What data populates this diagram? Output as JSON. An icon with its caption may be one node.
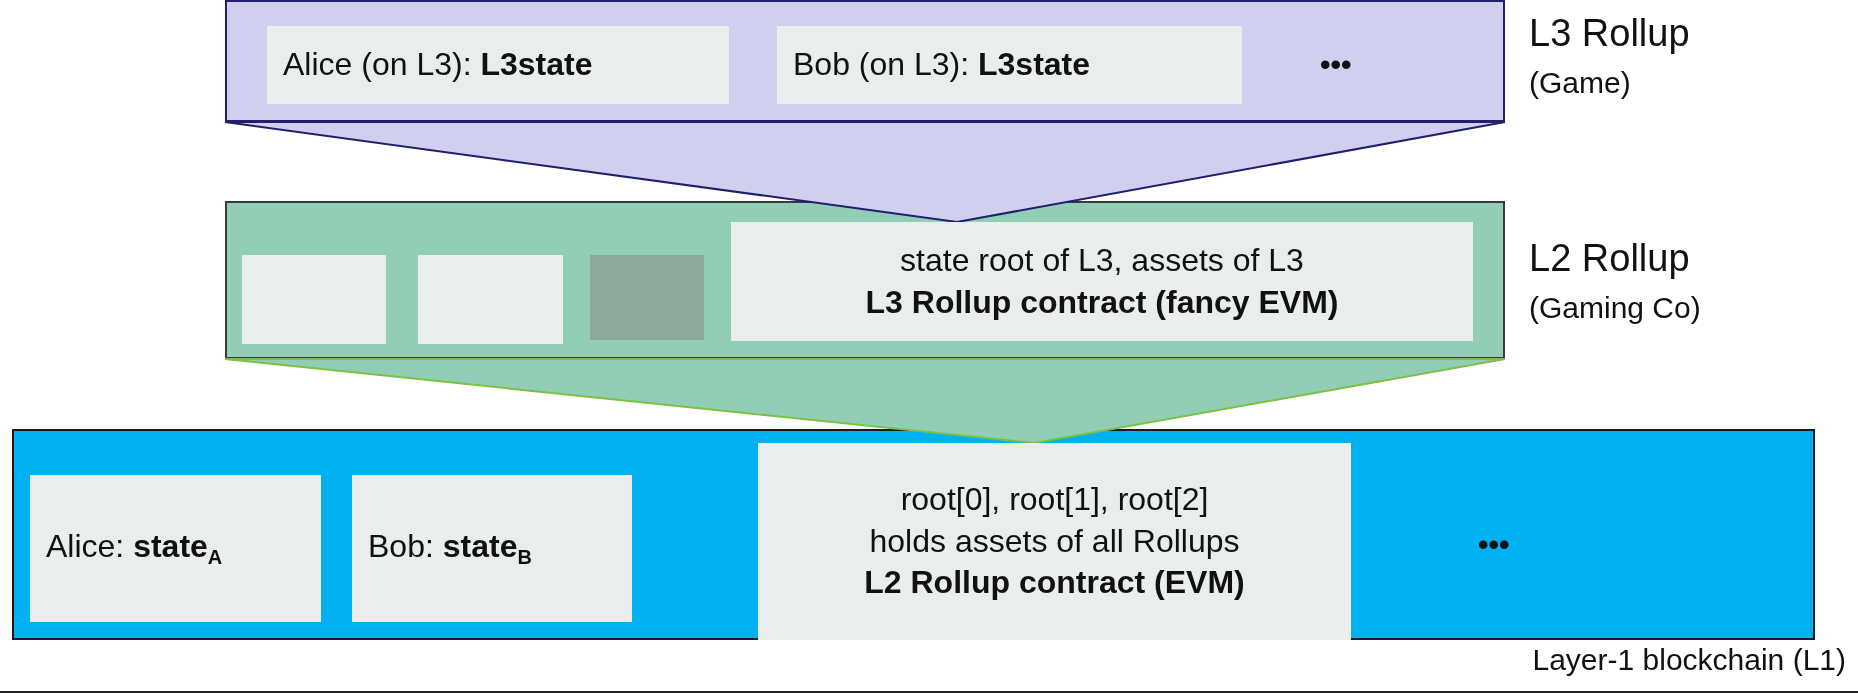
{
  "diagram": {
    "nodes": [
      {
        "text": [
          "L3 Rollup",
          "(Game)"
        ]
      },
      {
        "text": [
          "Alice (on L3): **L3state**"
        ],
        "in": 0
      },
      {
        "text": [
          "Bob (on L3): **L3state**"
        ],
        "in": 0
      },
      {
        "text": [
          "L2 Rollup",
          "(Gaming Co)"
        ]
      },
      {
        "text": [],
        "shape": "box",
        "in": 3
      },
      {
        "text": [],
        "shape": "box",
        "in": 3
      },
      {
        "text": [],
        "shape": "box",
        "in": 3
      },
      {
        "text": [
          "state root of L3,  assets of L3",
          "L3 Rollup contract (fancy EVM)"
        ],
        "in": 3
      },
      {
        "text": [
          "Layer-1 blockchain (L1)"
        ]
      },
      {
        "text": [
          "Alice: **state**$_{A}$"
        ],
        "in": 8
      },
      {
        "text": [
          "Bob: **state**$_{B}$"
        ],
        "in": 8
      },
      {
        "text": [
          "root[0],  root[1],  root[2]",
          "holds assets of all Rollups",
          "L2 Rollup contract (EVM)"
        ],
        "in": 8
      }
    ],
    "edges": [
      {
        "from": 0,
        "to": 7,
        "arrow": "none",
        "color": "#1f1f6e"
      },
      {
        "from": 3,
        "to": 11,
        "arrow": "none",
        "color": "#7dc142"
      }
    ],
    "labels": [
      "•••",
      "•••"
    ]
  }
}
